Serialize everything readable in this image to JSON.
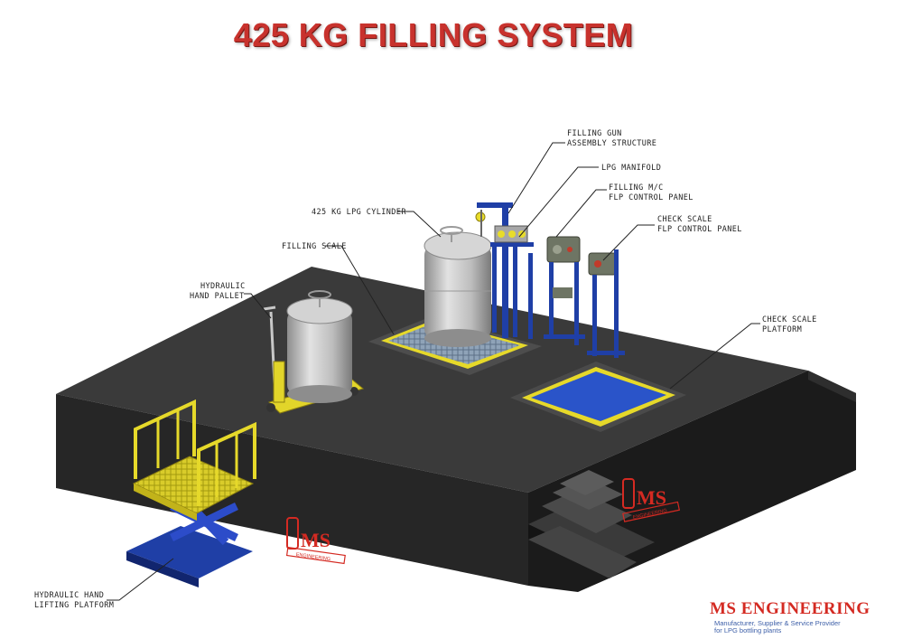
{
  "title": "425 KG FILLING SYSTEM",
  "labels": {
    "filling_gun": [
      "FILLING GUN",
      "ASSEMBLY STRUCTURE"
    ],
    "lpg_manifold": [
      "LPG MANIFOLD"
    ],
    "filling_mc_panel": [
      "FILLING M/C",
      "FLP CONTROL PANEL"
    ],
    "check_scale_panel": [
      "CHECK SCALE",
      "FLP CONTROL PANEL"
    ],
    "lpg_cylinder": [
      "425 KG LPG CYLINDER"
    ],
    "filling_scale": [
      "FILLING SCALE"
    ],
    "hand_pallet": [
      "HYDRAULIC",
      "HAND PALLET"
    ],
    "check_scale_platform": [
      "CHECK SCALE",
      "PLATFORM"
    ],
    "lifting_platform": [
      "HYDRAULIC HAND",
      "LIFTING PLATFORM"
    ]
  },
  "logo_text": "MS",
  "logo_subtext": "ENGINEERING",
  "footer": {
    "brand": "MS ENGINEERING",
    "tagline_line1": "Manufacturer, Supplier & Service Provider",
    "tagline_line2": "for LPG bottling plants"
  },
  "colors": {
    "title": "#c8322d",
    "platform_top": "#3a3a3a",
    "platform_side": "#1f1f1f",
    "steel_blue": "#1f3fa6",
    "safety_yellow": "#e8dc2a",
    "cylinder": "#b9b9b9",
    "logo_red": "#d42a22"
  }
}
